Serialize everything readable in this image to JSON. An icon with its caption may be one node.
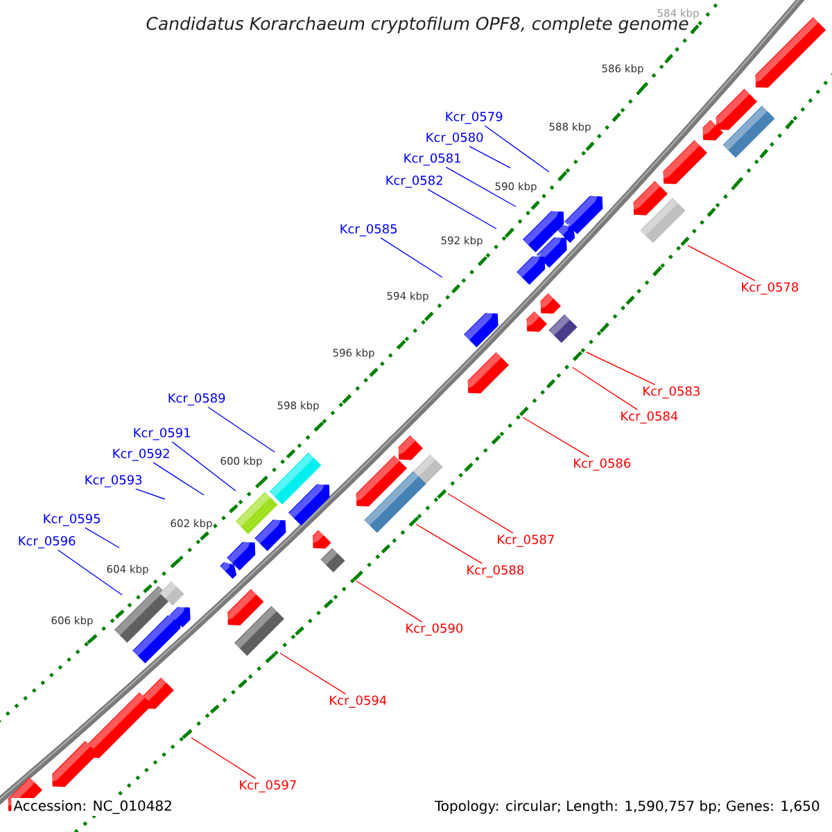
{
  "diagram": {
    "title": "Candidatus Korarchaeum cryptofilum OPF8, complete genome",
    "nodes": [
      {
        "text": [
          "Kcr_0579"
        ]
      },
      {
        "text": [
          "Kcr_0580"
        ]
      },
      {
        "text": [
          "Kcr_0581"
        ]
      },
      {
        "text": [
          "Kcr_0582"
        ]
      },
      {
        "text": [
          "Kcr_0585"
        ]
      },
      {
        "text": [
          "Kcr_0578"
        ]
      },
      {
        "text": [
          "Kcr_0583"
        ]
      },
      {
        "text": [
          "Kcr_0589"
        ]
      },
      {
        "text": [
          "Kcr_0584"
        ]
      },
      {
        "text": [
          "Kcr_0591"
        ]
      },
      {
        "text": [
          "Kcr_0592"
        ]
      },
      {
        "text": [
          "Kcr_0586"
        ]
      },
      {
        "text": [
          "Kcr_0593"
        ]
      },
      {
        "text": [
          "Kcr_0595"
        ]
      },
      {
        "text": [
          "Kcr_0587"
        ]
      },
      {
        "text": [
          "Kcr_0596"
        ]
      },
      {
        "text": [
          "Kcr_0588"
        ]
      },
      {
        "text": [
          "Kcr_0590"
        ]
      },
      {
        "text": [
          "Kcr_0594"
        ]
      },
      {
        "text": [
          "Kcr_0597"
        ]
      }
    ],
    "edges": [
      {
        "from": 0,
        "to": null,
        "arrow": "none"
      },
      {
        "from": 1,
        "to": null,
        "arrow": "none"
      },
      {
        "from": 2,
        "to": null,
        "arrow": "none"
      },
      {
        "from": 3,
        "to": null,
        "arrow": "none"
      },
      {
        "from": 4,
        "to": null,
        "arrow": "none"
      },
      {
        "from": 5,
        "to": null,
        "arrow": "none",
        "color": "#ff0000"
      },
      {
        "from": 6,
        "to": null,
        "arrow": "none",
        "color": "#ff0000"
      },
      {
        "from": 7,
        "to": null,
        "arrow": "none"
      },
      {
        "from": 8,
        "to": null,
        "arrow": "none",
        "color": "#ff0000"
      },
      {
        "from": 9,
        "to": null,
        "arrow": "none"
      },
      {
        "from": 10,
        "to": null,
        "arrow": "none"
      },
      {
        "from": 11,
        "to": null,
        "arrow": "none",
        "color": "#ff0000"
      },
      {
        "from": 12,
        "to": null,
        "arrow": "none"
      },
      {
        "from": 13,
        "to": null,
        "arrow": "none"
      },
      {
        "from": 14,
        "to": null,
        "arrow": "none",
        "color": "#ff0000"
      },
      {
        "from": 15,
        "to": null,
        "arrow": "none"
      },
      {
        "from": 16,
        "to": null,
        "arrow": "none",
        "color": "#ff0000"
      },
      {
        "from": 17,
        "to": null,
        "arrow": "none",
        "color": "#ff0000"
      },
      {
        "from": 18,
        "to": null,
        "arrow": "none",
        "color": "#ff0000"
      },
      {
        "from": 19,
        "to": null,
        "arrow": "none",
        "color": "#ff0000"
      }
    ],
    "labels": [
      "584 kbp",
      "586 kbp",
      "588 kbp",
      "590 kbp",
      "592 kbp",
      "594 kbp",
      "596 kbp",
      "598 kbp",
      "600 kbp",
      "602 kbp",
      "604 kbp",
      "606 kbp",
      "Accession: NC_010482",
      "Topology: circular; Length: 1,590,757 bp; Genes: 1,650"
    ]
  }
}
